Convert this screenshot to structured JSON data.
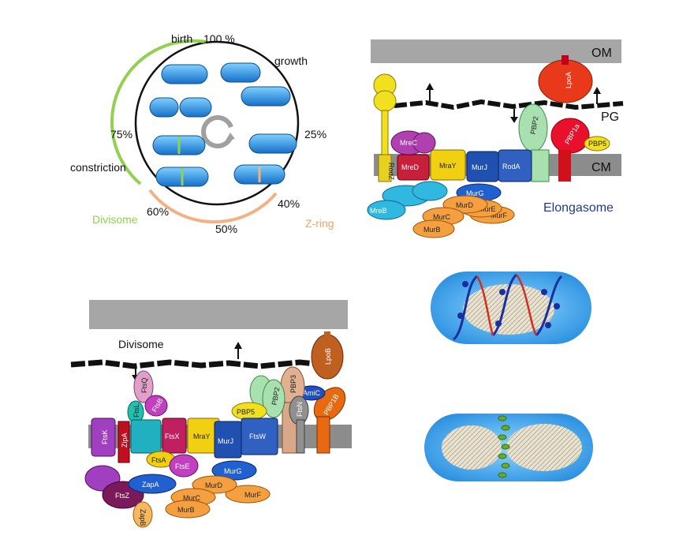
{
  "cell_cycle": {
    "birth": "birth",
    "percent_100": "100 %",
    "growth": "growth",
    "percent_25": "25%",
    "percent_40": "40%",
    "percent_50": "50%",
    "percent_60": "60%",
    "percent_75": "75%",
    "constriction": "constriction",
    "divisome": "Divisome",
    "z_ring": "Z-ring"
  },
  "elongasome_panel": {
    "om": "OM",
    "pg": "PG",
    "cm": "CM",
    "elongasome": "Elongasome",
    "proteins": {
      "lpoa": "LpoA",
      "pbp2": "PBP2",
      "pbp1a": "PBP1a",
      "pbp5": "PBP5",
      "mrec": "MreC",
      "mred": "MreD",
      "mray": "MraY",
      "murj": "MurJ",
      "roda": "RodA",
      "rodz": "RodZ",
      "mreb": "MreB",
      "murg": "MurG",
      "murd": "MurD",
      "mure": "MurE",
      "murf": "MurF",
      "murc": "MurC",
      "murb": "MurB"
    }
  },
  "divisome_panel": {
    "divisome": "Divisome",
    "proteins": {
      "lpob": "LpoB",
      "pbp3": "PBP3",
      "pbp2": "PBP2",
      "amic": "AmiC",
      "pbp1b": "PBP1B",
      "pbp5": "PBP5",
      "ftsn": "FtsN",
      "ftsq": "FtsQ",
      "ftsb": "FtsB",
      "ftsl": "FtsL",
      "ftsx": "FtsX",
      "mray": "MraY",
      "murj": "MurJ",
      "ftsw": "FtsW",
      "ftsk": "FtsK",
      "zipa": "ZipA",
      "ftsa": "FtsA",
      "ftse": "FtsE",
      "zapa": "ZapA",
      "ftsz": "FtsZ",
      "zapb": "ZapB",
      "murg": "MurG",
      "murd": "MurD",
      "murc": "MurC",
      "murb": "MurB",
      "murf": "MurF"
    }
  },
  "colors": {
    "cell_blue": "#1e90e0",
    "membrane_gray": "#a6a6a6",
    "divisome_green": "#92d050",
    "z_ring_orange": "#f4b183",
    "elongasome_navy": "#1f3b8c"
  }
}
